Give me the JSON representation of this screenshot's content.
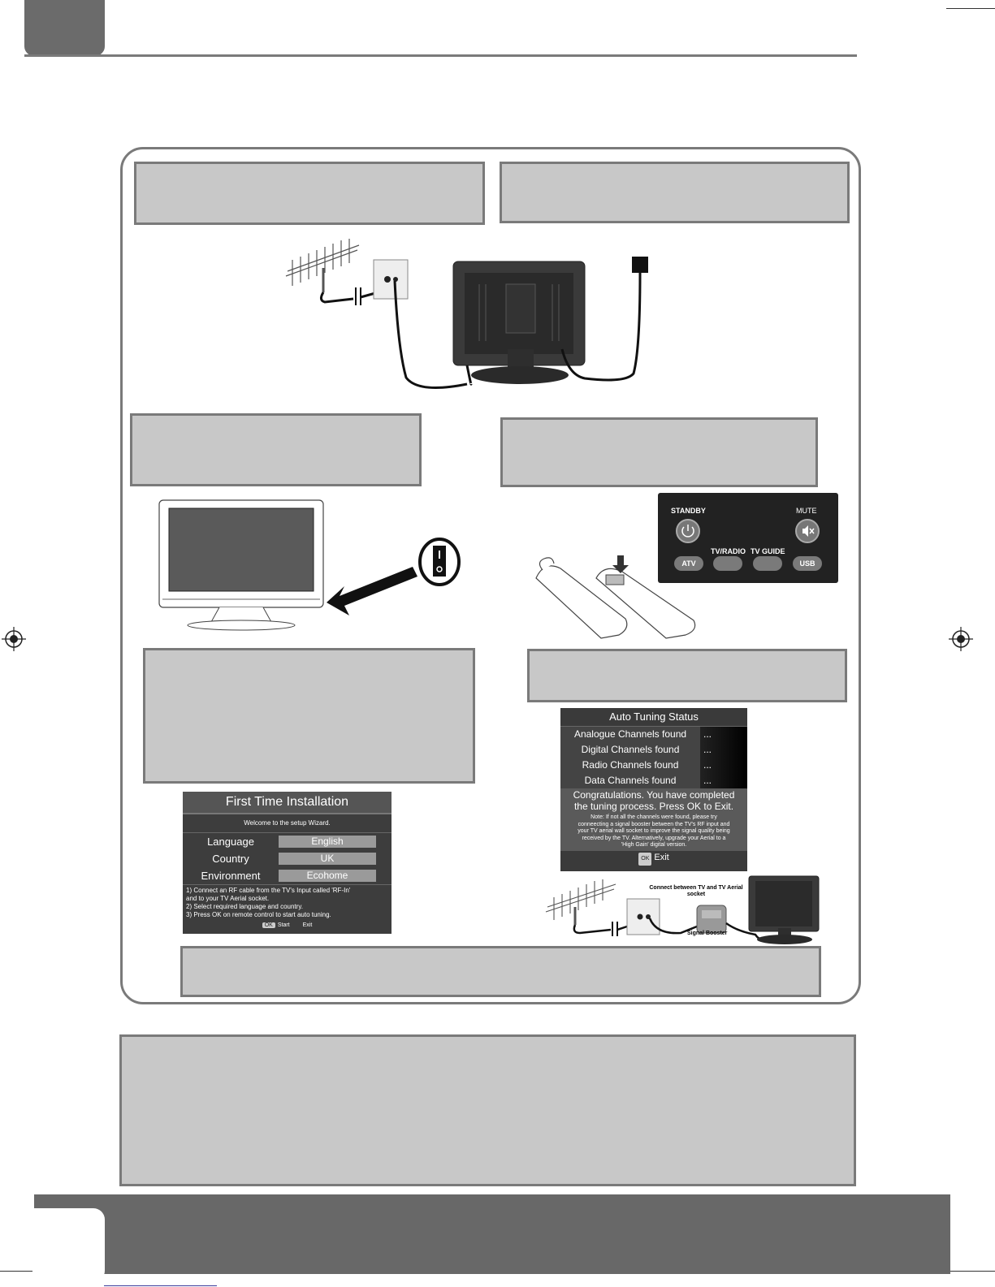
{
  "remote": {
    "standby_label": "STANDBY",
    "mute_label": "MUTE",
    "tvradio_label": "TV/RADIO",
    "tvguide_label": "TV GUIDE",
    "atv_label": "ATV",
    "usb_label": "USB"
  },
  "first_time_installation": {
    "title": "First Time Installation",
    "welcome": "Welcome to the setup Wizard.",
    "language_label": "Language",
    "language_value": "English",
    "country_label": "Country",
    "country_value": "UK",
    "environment_label": "Environment",
    "environment_value": "Ecohome",
    "instruction_1a": "1) Connect an RF cable from the TV's Input called 'RF-In'",
    "instruction_1b": "and to your TV Aerial socket.",
    "instruction_2": "2) Select required language and country.",
    "instruction_3": "3) Press OK on remote control to start auto tuning.",
    "ok_key": "OK",
    "start_label": "Start",
    "exit_label": "Exit"
  },
  "auto_tuning": {
    "title": "Auto Tuning Status",
    "rows": [
      {
        "label": "Analogue  Channels found",
        "value": "..."
      },
      {
        "label": "Digital Channels found",
        "value": "..."
      },
      {
        "label": "Radio Channels found",
        "value": "..."
      },
      {
        "label": "Data Channels found",
        "value": "..."
      }
    ],
    "congrats_1": "Congratulations. You have completed",
    "congrats_2": "the tuning process. Press OK to Exit.",
    "note_1": "Note: If not all the channels were found, please try",
    "note_2": "conneecting a signal booster between the TV's RF input and",
    "note_3": "your TV aerial wall socket to improve the signal quality being",
    "note_4": "received by the TV. Alternatively, upgrade your Aerial to a",
    "note_5": "'High Gain' digital version.",
    "ok_key": "OK",
    "exit_label": "Exit"
  },
  "booster": {
    "connect_line1": "Connect between TV and TV Aerial",
    "connect_line2": "socket",
    "booster_label": "Signal Booster"
  }
}
